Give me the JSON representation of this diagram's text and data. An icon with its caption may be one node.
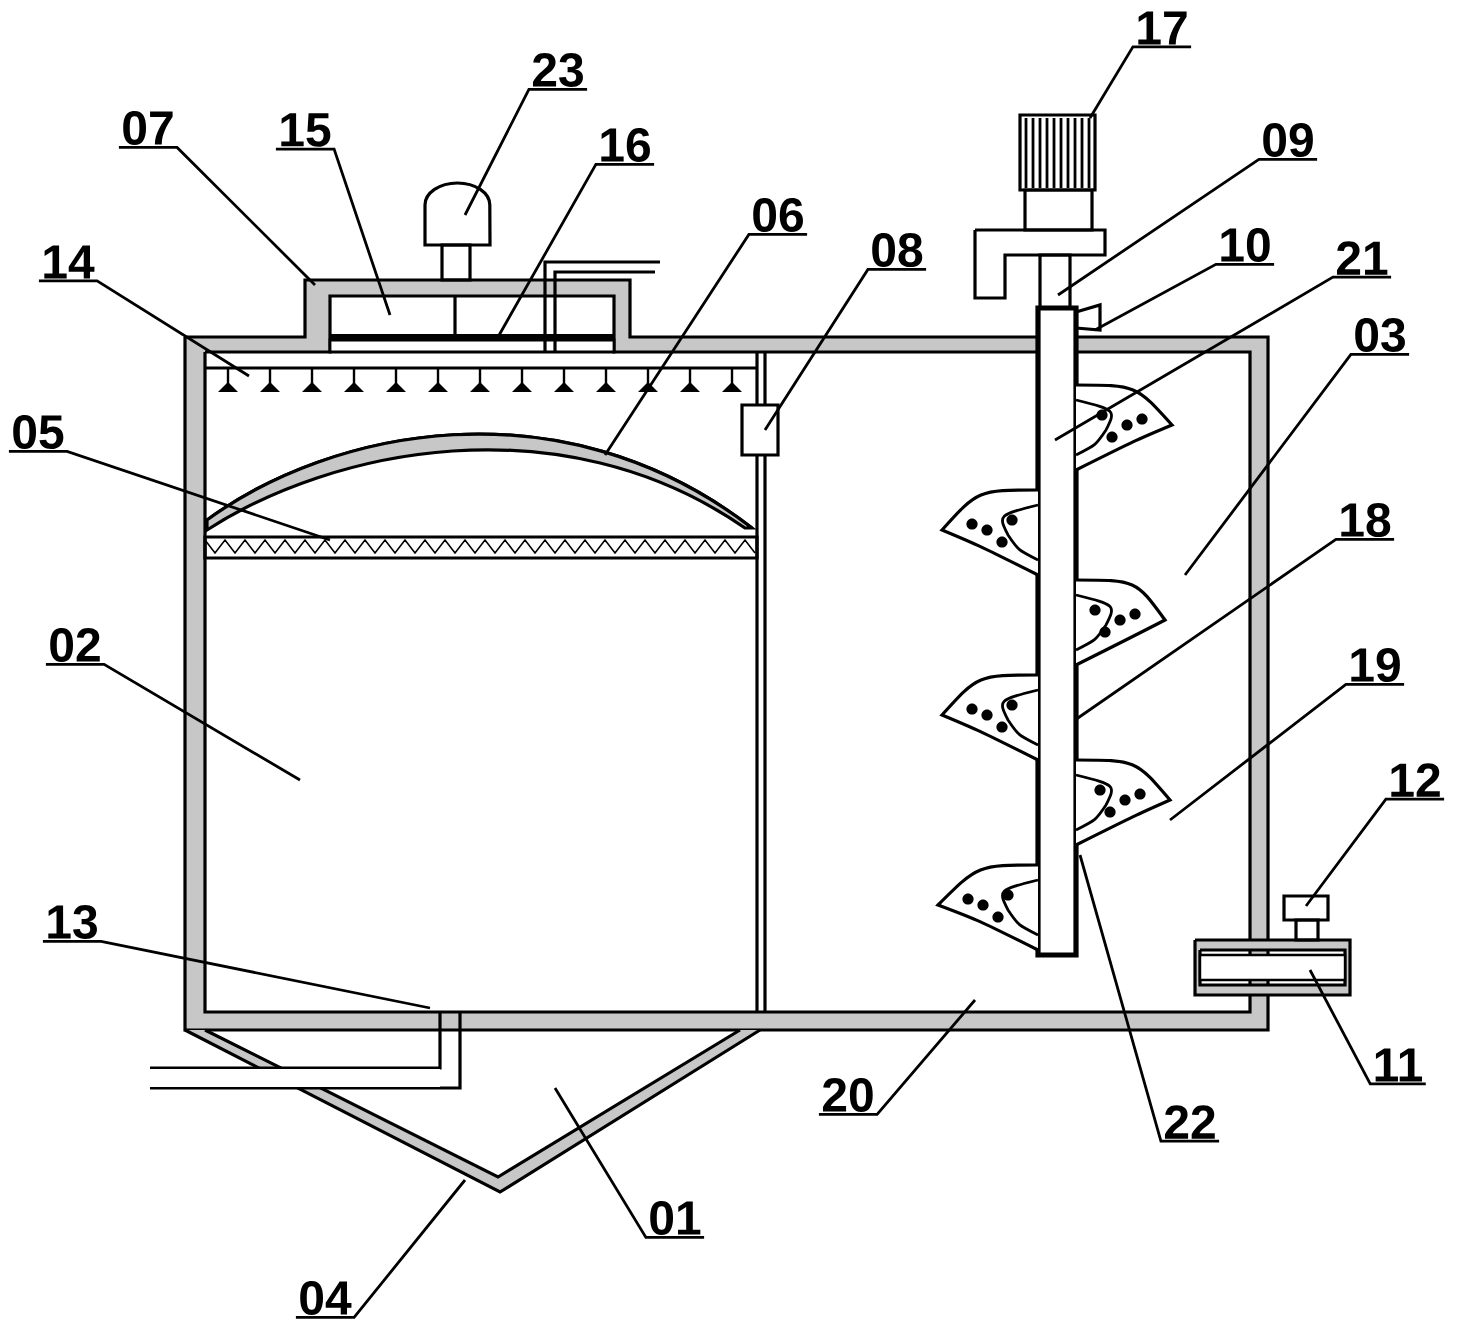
{
  "diagram": {
    "nodes": [
      {
        "text": [
          "17"
        ]
      },
      {
        "text": [
          "23"
        ]
      },
      {
        "text": [
          "07"
        ]
      },
      {
        "text": [
          "15"
        ]
      },
      {
        "text": [
          "16"
        ]
      },
      {
        "text": [
          "09"
        ]
      },
      {
        "text": [
          "06"
        ]
      },
      {
        "text": [
          "10"
        ]
      },
      {
        "text": [
          "08"
        ]
      },
      {
        "text": [
          "21"
        ]
      },
      {
        "text": [
          "14"
        ]
      },
      {
        "text": [
          "03"
        ]
      },
      {
        "text": [
          "05"
        ]
      },
      {
        "text": [
          "18"
        ]
      },
      {
        "text": [
          "02"
        ]
      },
      {
        "text": [
          "19"
        ]
      },
      {
        "text": [
          "12"
        ]
      },
      {
        "text": [
          "13"
        ]
      },
      {
        "text": [
          "11"
        ]
      },
      {
        "text": [
          "20"
        ]
      },
      {
        "text": [
          "22"
        ]
      },
      {
        "text": [
          "01"
        ]
      },
      {
        "text": [
          "04"
        ]
      }
    ],
    "edges": [
      {
        "from": 0,
        "to": null,
        "arrow": "none"
      },
      {
        "from": 1,
        "to": null,
        "arrow": "none"
      },
      {
        "from": 2,
        "to": null,
        "arrow": "none"
      },
      {
        "from": 3,
        "to": null,
        "arrow": "none"
      },
      {
        "from": 4,
        "to": null,
        "arrow": "none"
      },
      {
        "from": 5,
        "to": null,
        "arrow": "none"
      },
      {
        "from": 6,
        "to": null,
        "arrow": "none"
      },
      {
        "from": 7,
        "to": null,
        "arrow": "none"
      },
      {
        "from": 8,
        "to": null,
        "arrow": "none"
      },
      {
        "from": 9,
        "to": null,
        "arrow": "none"
      },
      {
        "from": 10,
        "to": null,
        "arrow": "none"
      },
      {
        "from": 11,
        "to": null,
        "arrow": "none"
      },
      {
        "from": 12,
        "to": null,
        "arrow": "none"
      },
      {
        "from": 13,
        "to": null,
        "arrow": "none"
      },
      {
        "from": 14,
        "to": null,
        "arrow": "none"
      },
      {
        "from": 15,
        "to": null,
        "arrow": "none"
      },
      {
        "from": 16,
        "to": null,
        "arrow": "none"
      },
      {
        "from": 17,
        "to": null,
        "arrow": "none"
      },
      {
        "from": 18,
        "to": null,
        "arrow": "none"
      },
      {
        "from": 19,
        "to": null,
        "arrow": "none"
      },
      {
        "from": 20,
        "to": null,
        "arrow": "none"
      },
      {
        "from": 21,
        "to": null,
        "arrow": "none"
      },
      {
        "from": 22,
        "to": null,
        "arrow": "none"
      }
    ]
  }
}
